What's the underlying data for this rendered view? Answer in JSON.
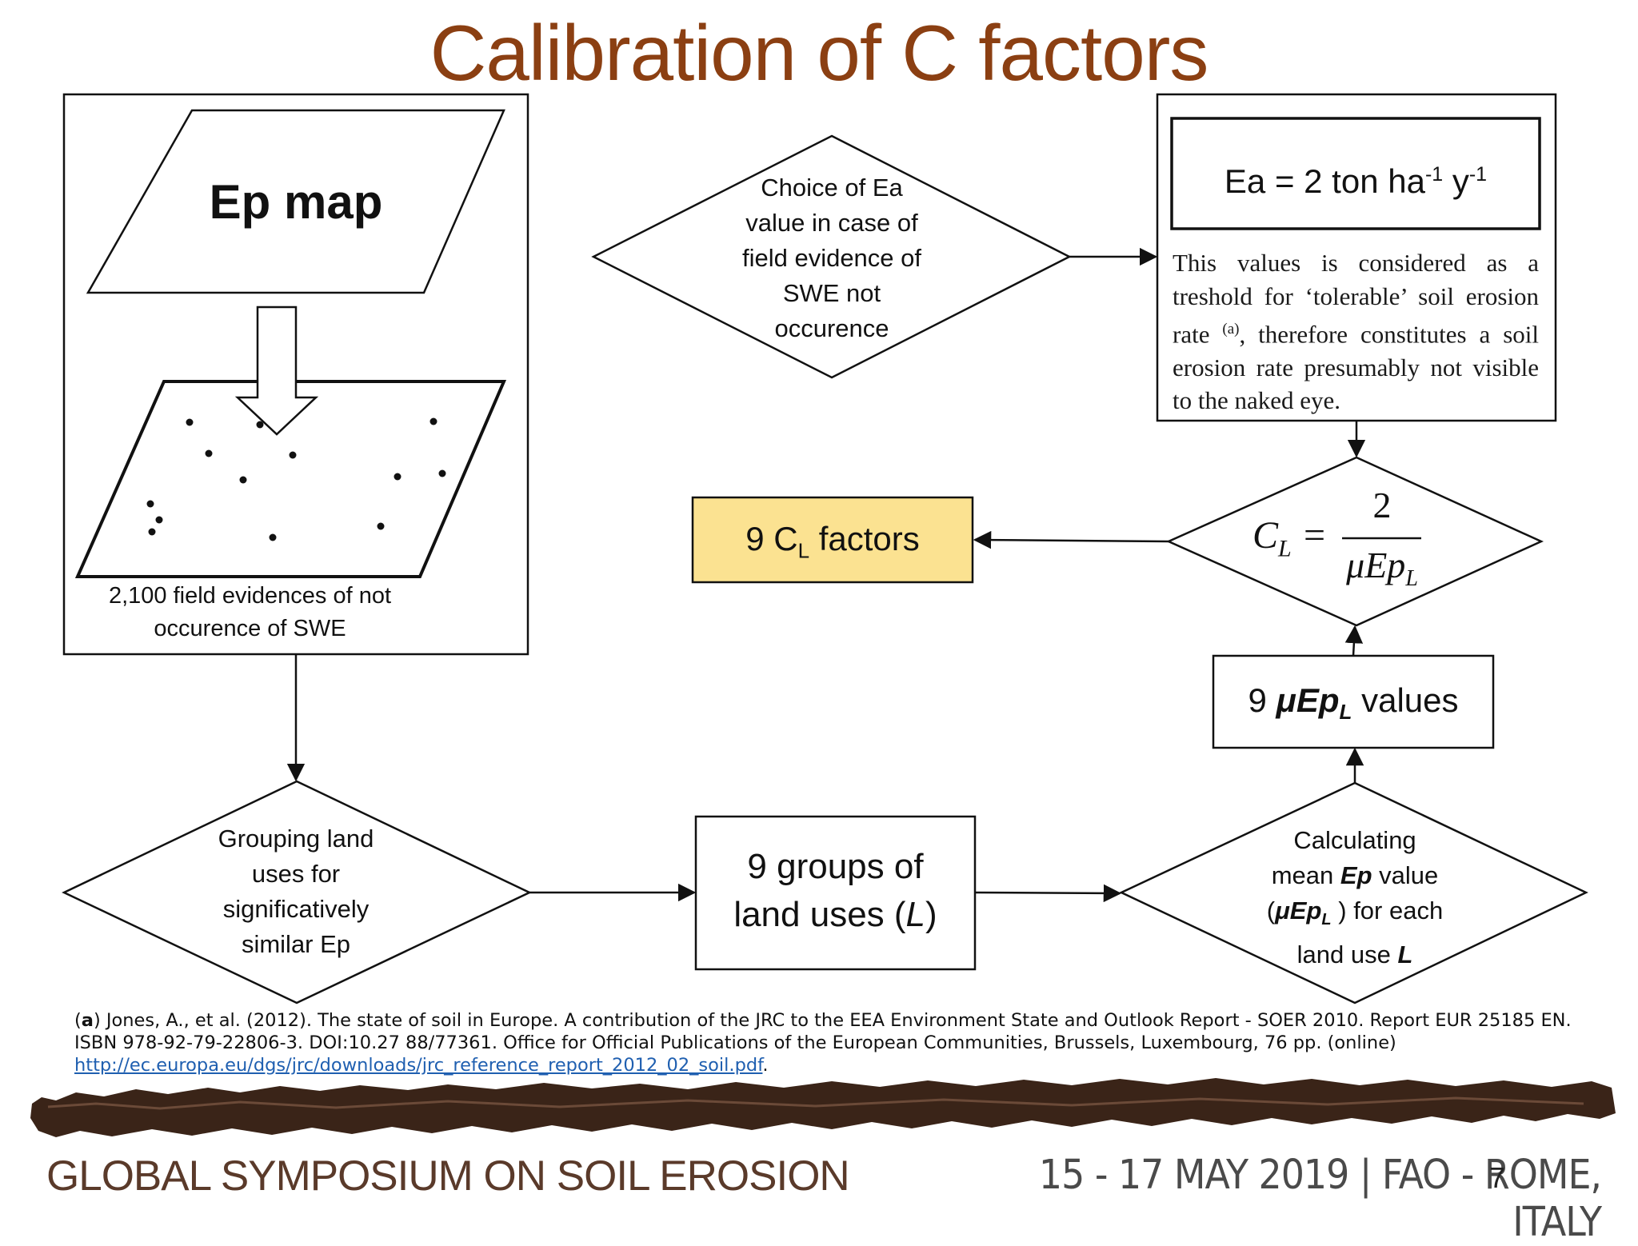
{
  "title": "Calibration of C factors",
  "ep_map": {
    "label": "Ep map",
    "caption_line1": "2,100 field evidences of not",
    "caption_line2": "occurence of SWE"
  },
  "choice_diamond": {
    "lines": [
      "Choice of Ea",
      "value in case of",
      "field evidence of",
      "SWE not",
      "occurence"
    ]
  },
  "ea_box": {
    "text": "Ea = 2 ton ha",
    "exp1": "-1",
    "mid": " y",
    "exp2": "-1"
  },
  "ea_note": {
    "part1": "This values is considered as a treshold for ‘tolerable’ soil erosion rate ",
    "ref": "(a)",
    "part2": ", therefore constitutes a soil erosion rate presumably not visible to the naked eye."
  },
  "cl_formula": {
    "lhs": "C",
    "lhs_sub": "L",
    "eq": "=",
    "numerator": "2",
    "denominator": "μEp",
    "den_sub": "L"
  },
  "cl_factors": {
    "prefix": "9 C",
    "sub": "L",
    "suffix": " factors"
  },
  "mu_values": {
    "prefix": "9 ",
    "mu": "μEp",
    "sub": "L",
    "suffix": " values"
  },
  "grouping_diamond": {
    "lines": [
      "Grouping land",
      "uses for",
      "significatively",
      "similar Ep"
    ]
  },
  "groups_box": {
    "line1": "9 groups of",
    "line2a": "land uses (",
    "line2b": "L",
    "line2c": ")"
  },
  "calc_diamond": {
    "line1": "Calculating",
    "line2a": "mean ",
    "line2b": "Ep",
    "line2c": " value",
    "line3a": "(",
    "line3b": "μEp",
    "line3sub": "L",
    "line3c": " ) for each",
    "line4a": "land use ",
    "line4b": "L"
  },
  "footnote": {
    "ref": "a",
    "text": ") Jones, A., et al. (2012). The state of soil in Europe. A contribution of the JRC to the EEA Environment State and Outlook Report - SOER 2010. Report EUR 25185 EN. ISBN 978-92-79-22806-3. DOI:10.27 88/77361. Office for Official Publications of the European Communities, Brussels, Luxembourg, 76 pp. (online)",
    "link": "http://ec.europa.eu/dgs/jrc/downloads/jrc_reference_report_2012_02_soil.pdf",
    "end": "."
  },
  "footer": {
    "left": "GLOBAL SYMPOSIUM ON SOIL EROSION",
    "right": "15 - 17 MAY 2019 | FAO - ROME, ITALY",
    "page": "7"
  },
  "colors": {
    "title": "#8b3f12",
    "cl_fill": "#fbe291",
    "stroke": "#111111",
    "soil": "#3a2418"
  }
}
